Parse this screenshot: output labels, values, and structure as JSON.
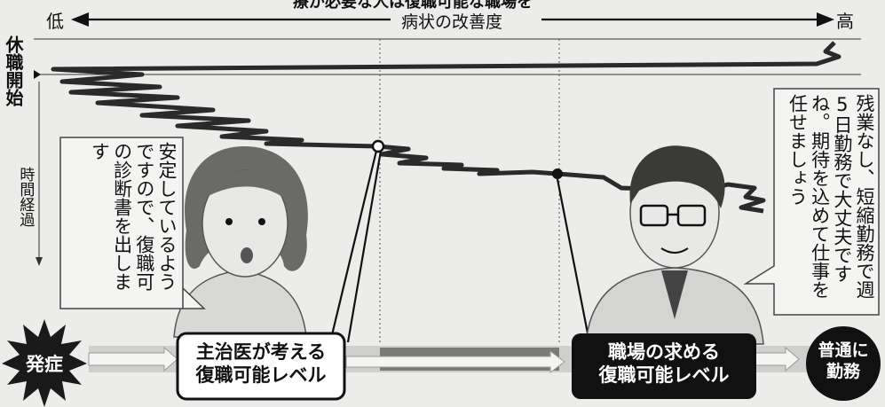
{
  "top_caption": "療が必要な人は復職可能な職場を",
  "axis": {
    "low": "低",
    "high": "高",
    "title": "病状の改善度"
  },
  "left_axis": {
    "leave_start": "休職開始",
    "time": "時間経過"
  },
  "bubbles": {
    "doctor": "安定しているようですので、復職可の診断書を出します",
    "manager": "残業なし、短縮勤務で週5日勤務で大丈夫ですね。期待を込めて仕事を任せましょう"
  },
  "flow": {
    "onset": "発症",
    "doctor_level": [
      "主治医が考える",
      "復職可能レベル"
    ],
    "workplace_level": [
      "職場の求める",
      "復職可能レベル"
    ],
    "normal_work": [
      "普通に",
      "勤務"
    ]
  },
  "colors": {
    "ink": "#111111",
    "paper": "#ececea",
    "band": "#7a7a78",
    "burst": "#1a1a1a"
  }
}
